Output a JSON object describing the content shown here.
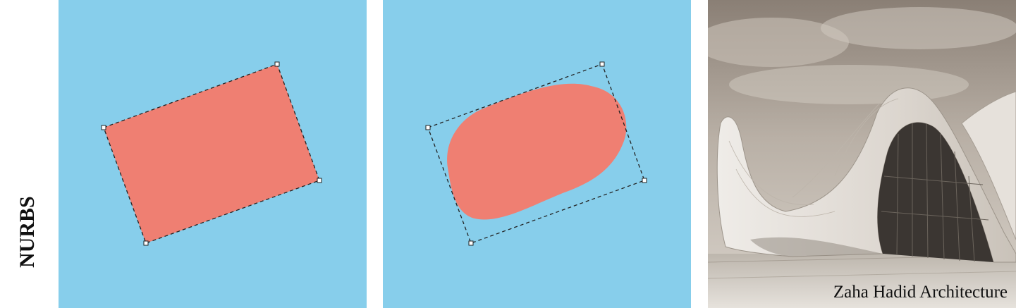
{
  "side_label": "NURBS",
  "photo_caption": "Zaha Hadid Architecture",
  "colors": {
    "background": "#87ceeb",
    "shape": "#ef7f72",
    "control_line": "#222222",
    "control_point_fill": "#ffffff"
  },
  "panels": [
    {
      "name": "control-polygon",
      "shape": "rectangle"
    },
    {
      "name": "nurbs-curve",
      "shape": "rounded-blob"
    },
    {
      "name": "architecture-photo",
      "tone": "sepia"
    }
  ]
}
